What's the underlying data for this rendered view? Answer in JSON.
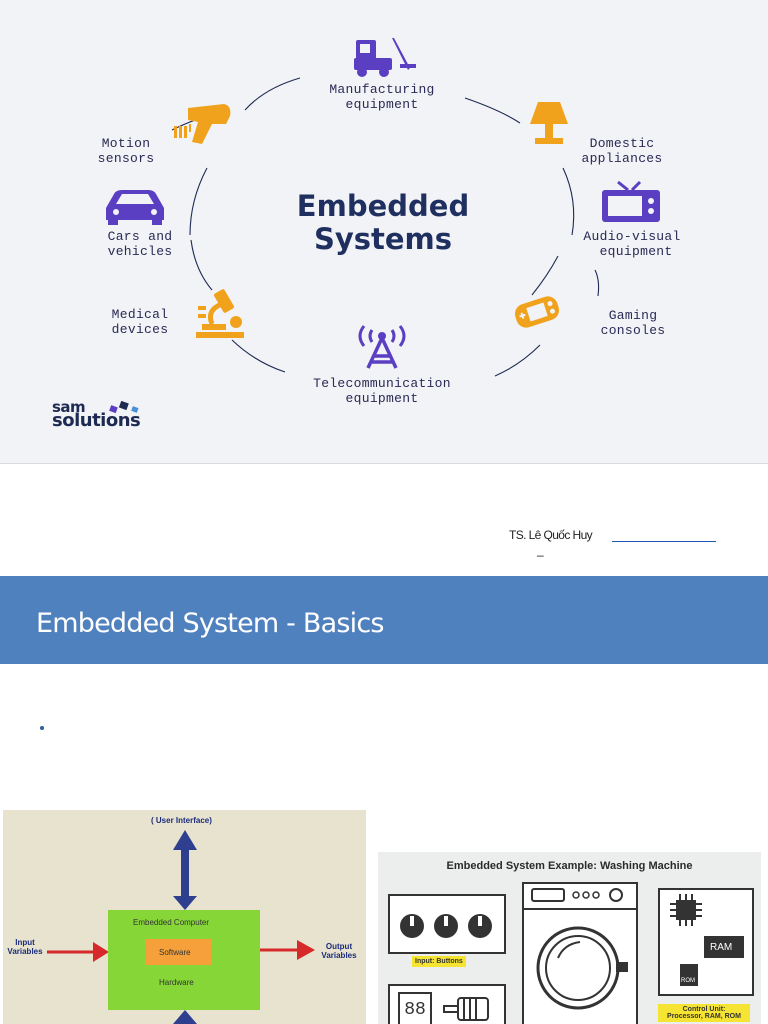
{
  "slide_top": {
    "title_line1": "Embedded",
    "title_line2": "Systems",
    "items": {
      "manufacturing": "Manufacturing\nequipment",
      "domestic": "Domestic\nappliances",
      "audio_visual": "Audio-visual\n equipment",
      "gaming": "Gaming\nconsoles",
      "telecom": "Telecommunication\nequipment",
      "medical": "Medical\ndevices",
      "cars": "Cars and\nvehicles",
      "motion": "Motion\nsensors"
    },
    "logo": {
      "line1": "sam",
      "line2": "solutions"
    },
    "colors": {
      "orange": "#f0a21c",
      "purple": "#5b3fc2",
      "ring": "#1d2a52"
    },
    "icons": [
      "forklift-icon",
      "lamp-icon",
      "tv-icon",
      "gamepad-icon",
      "antenna-icon",
      "microscope-icon",
      "car-icon",
      "sensor-gun-icon"
    ]
  },
  "footer": {
    "author": "TS. Lê Quốc Huy",
    "dash": "–"
  },
  "section": {
    "title": "Embedded System - Basics"
  },
  "diagram": {
    "user_interface": "( User Interface)",
    "embedded_computer": "Embedded Computer",
    "software": "Software",
    "hardware": "Hardware",
    "input": "Input\nVariables",
    "output": "Output\nVariables"
  },
  "washing": {
    "title": "Embedded System Example: Washing Machine",
    "input_buttons": "Input: Buttons",
    "ram": "RAM",
    "rom": "ROM",
    "control_unit": "Control Unit:",
    "control_unit_detail": "Processor, RAM, ROM",
    "display": "88"
  }
}
